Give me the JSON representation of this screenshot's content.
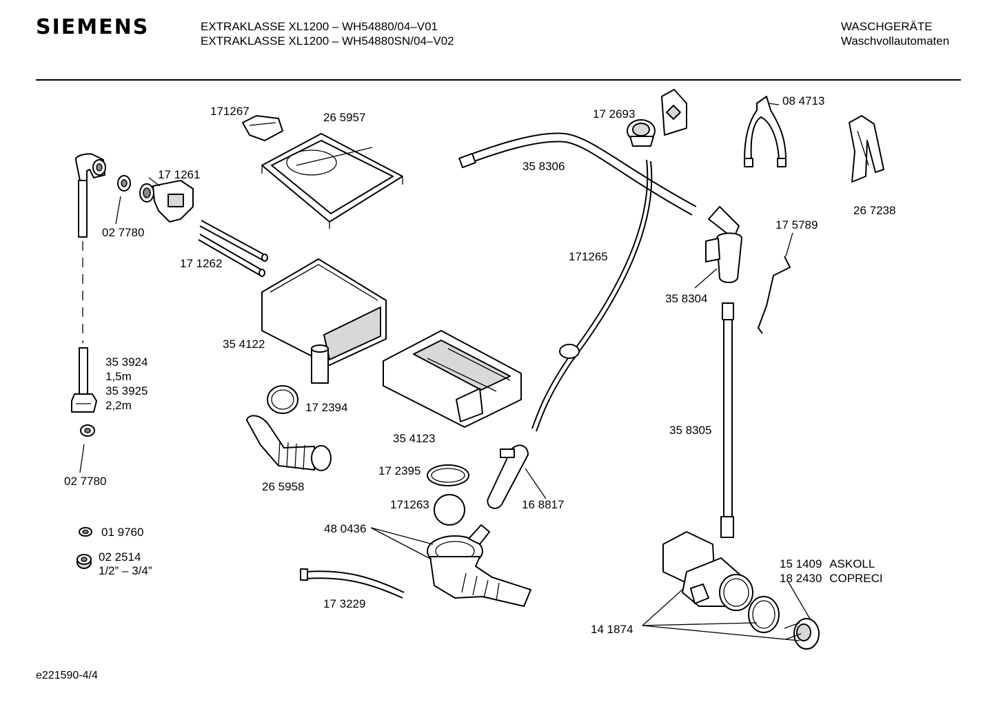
{
  "header": {
    "brand": "SIEMENS",
    "model_line_1": "EXTRAKLASSE XL1200 – WH54880/04–V01",
    "model_line_2": "EXTRAKLASSE XL1200 – WH54880SN/04–V02",
    "category_line_1": "WASCHGERÄTE",
    "category_line_2": "Waschvollautomaten"
  },
  "parts": {
    "p171267": "171267",
    "p265957": "26 5957",
    "p171261": "17 1261",
    "p027780_top": "02 7780",
    "p171262": "17 1262",
    "p354122": "35 4122",
    "p353924": "35 3924",
    "p353924_len": "1,5m",
    "p353925": "35 3925",
    "p353925_len": "2,2m",
    "p027780_bottom": "02 7780",
    "p172394": "17 2394",
    "p265958": "26 5958",
    "p354123": "35 4123",
    "p172395": "17 2395",
    "p171263": "171263",
    "p480436": "48 0436",
    "p019760": "01 9760",
    "p022514": "02 2514",
    "p022514_size": "1/2” – 3/4”",
    "p173229": "17 3229",
    "p172693": "17 2693",
    "p358306": "35 8306",
    "p171265": "171265",
    "p168817": "16 8817",
    "p084713": "08 4713",
    "p267238": "26 7238",
    "p175789": "17 5789",
    "p358304": "35 8304",
    "p358305": "35 8305",
    "p151409": "15 1409",
    "p151409_brand": "ASKOLL",
    "p182430": "18 2430",
    "p182430_brand": "COPRECI",
    "p141874": "14 1874"
  },
  "footer": {
    "drawing_id": "e221590-4/4"
  }
}
